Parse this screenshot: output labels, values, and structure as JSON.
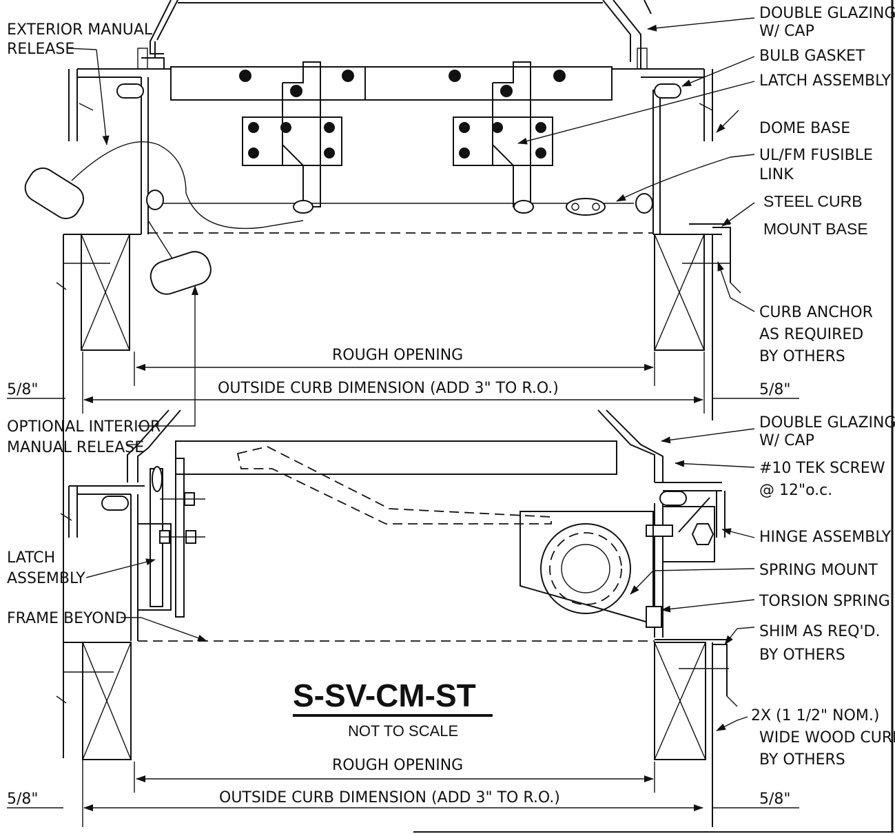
{
  "title": "S-SV-CM-ST",
  "subtitle": "NOT TO SCALE",
  "top_view": {
    "labels": {
      "exterior_release_1": "EXTERIOR MANUAL",
      "exterior_release_2": "RELEASE",
      "double_glazing_1": "DOUBLE GLAZING",
      "double_glazing_2": "W/ CAP",
      "bulb_gasket": "BULB GASKET",
      "latch_assembly": "LATCH ASSEMBLY",
      "dome_base": "DOME BASE",
      "fusible_link_1": "UL/FM FUSIBLE",
      "fusible_link_2": "LINK",
      "steel_curb_1": "STEEL CURB",
      "steel_curb_2": "MOUNT BASE",
      "curb_anchor_1": "CURB ANCHOR",
      "curb_anchor_2": "AS REQUIRED",
      "curb_anchor_3": "BY OTHERS",
      "rough_opening": "ROUGH OPENING",
      "outside_curb": "OUTSIDE CURB DIMENSION (ADD 3\" TO R.O.)",
      "dim_left": "5/8\"",
      "dim_right": "5/8\""
    }
  },
  "bottom_view": {
    "labels": {
      "optional_interior_1": "OPTIONAL INTERIOR",
      "optional_interior_2": "MANUAL RELEASE",
      "double_glazing_1": "DOUBLE GLAZING",
      "double_glazing_2": "W/ CAP",
      "tek_screw_1": "#10 TEK SCREW",
      "tek_screw_2": "@ 12\"o.c.",
      "latch_assembly_1": "LATCH",
      "latch_assembly_2": "ASSEMBLY",
      "hinge_assembly": "HINGE ASSEMBLY",
      "spring_mount": "SPRING MOUNT",
      "torsion_spring": "TORSION SPRING",
      "frame_beyond": "FRAME BEYOND",
      "shim_1": "SHIM AS REQ'D.",
      "shim_2": "BY OTHERS",
      "wood_curb_1": "2X (1 1/2\" NOM.)",
      "wood_curb_2": "WIDE WOOD CURB",
      "wood_curb_3": "BY OTHERS",
      "rough_opening": "ROUGH OPENING",
      "outside_curb": "OUTSIDE CURB DIMENSION (ADD 3\" TO R.O.)",
      "dim_left": "5/8\"",
      "dim_right": "5/8\""
    }
  }
}
